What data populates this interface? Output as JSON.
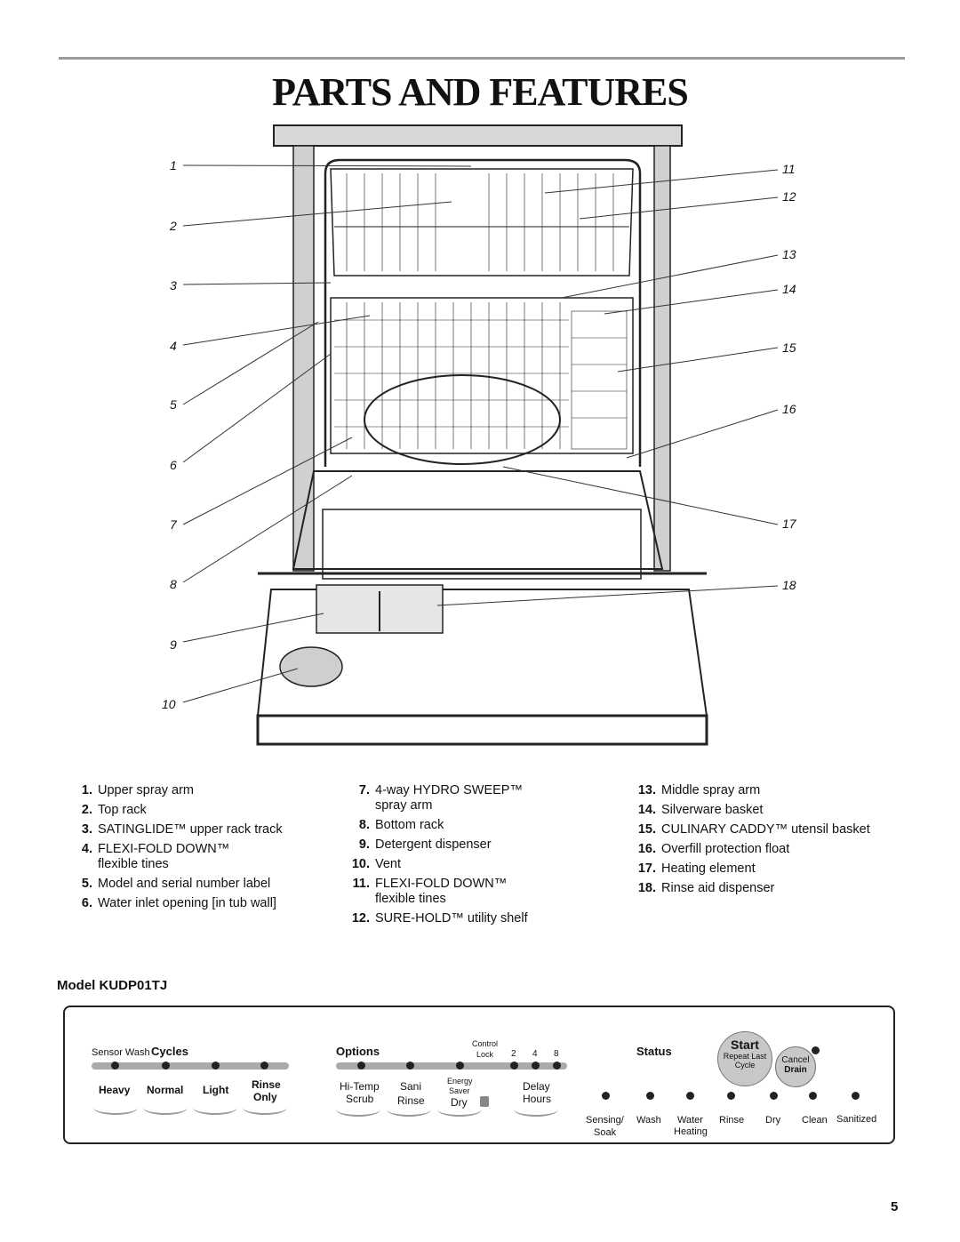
{
  "page": {
    "title": "PARTS AND FEATURES",
    "page_number": "5"
  },
  "diagram": {
    "callouts": [
      "1",
      "2",
      "3",
      "4",
      "5",
      "6",
      "7",
      "8",
      "9",
      "10",
      "11",
      "12",
      "13",
      "14",
      "15",
      "16",
      "17",
      "18"
    ]
  },
  "parts": {
    "col1": [
      {
        "num": "1.",
        "text": "Upper spray arm"
      },
      {
        "num": "2.",
        "text": "Top rack"
      },
      {
        "num": "3.",
        "text": "SATINGLIDE™ upper rack track"
      },
      {
        "num": "4.",
        "text": "FLEXI-FOLD DOWN™ flexible tines"
      },
      {
        "num": "5.",
        "text": "Model and serial number label"
      },
      {
        "num": "6.",
        "text": "Water inlet opening [in tub wall]"
      }
    ],
    "col2": [
      {
        "num": "7.",
        "text": "4-way HYDRO SWEEP™ spray arm"
      },
      {
        "num": "8.",
        "text": "Bottom rack"
      },
      {
        "num": "9.",
        "text": "Detergent dispenser"
      },
      {
        "num": "10.",
        "text": "Vent"
      },
      {
        "num": "11.",
        "text": "FLEXI-FOLD DOWN™ flexible tines"
      },
      {
        "num": "12.",
        "text": "SURE-HOLD™ utility shelf"
      }
    ],
    "col3": [
      {
        "num": "13.",
        "text": "Middle spray arm"
      },
      {
        "num": "14.",
        "text": "Silverware basket"
      },
      {
        "num": "15.",
        "text": "CULINARY CADDY™ utensil basket"
      },
      {
        "num": "16.",
        "text": "Overfill protection float"
      },
      {
        "num": "17.",
        "text": "Heating element"
      },
      {
        "num": "18.",
        "text": "Rinse aid dispenser"
      }
    ]
  },
  "model": "Model KUDP01TJ",
  "panel": {
    "cycles_prefix": "Sensor Wash",
    "cycles_label": "Cycles",
    "cycles": [
      "Heavy",
      "Normal",
      "Light",
      "Rinse",
      "Only"
    ],
    "options_label": "Options",
    "control": "Control",
    "lock": "Lock",
    "delay_nums": [
      "2",
      "4",
      "8"
    ],
    "hitemp": "Hi-Temp",
    "scrub": "Scrub",
    "sani": "Sani",
    "rinse": "Rinse",
    "energy": "Energy",
    "saver": "Saver",
    "dry": "Dry",
    "delay": "Delay",
    "hours": "Hours",
    "status_label": "Status",
    "start": "Start",
    "repeat_last": "Repeat Last",
    "cycle": "Cycle",
    "cancel": "Cancel",
    "drain": "Drain",
    "statuses": [
      "Sensing/",
      "Soak",
      "Wash",
      "Water",
      "Heating",
      "Rinse",
      "Dry",
      "Clean",
      "Sanitized"
    ]
  }
}
